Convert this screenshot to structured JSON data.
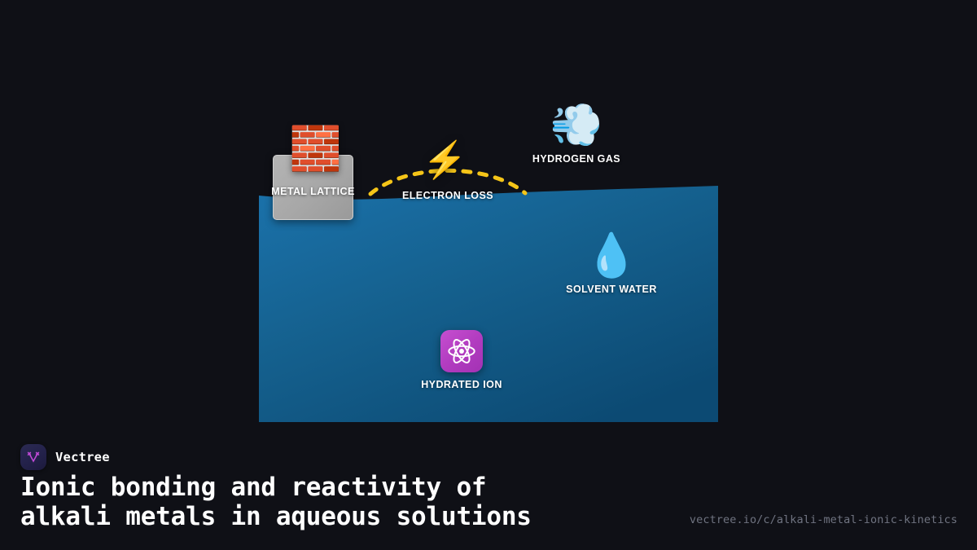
{
  "background_color": "#0f1016",
  "scene": {
    "water": {
      "name": "aqueous-solution-body",
      "color_top": "#1a6ea6",
      "color_bottom": "#0d4a74"
    },
    "nodes": [
      {
        "id": "metal-lattice",
        "label": "METAL LATTICE",
        "icon": "brick-icon",
        "glyph": "🧱",
        "tile_color": "#a7a7a7"
      },
      {
        "id": "electron-loss",
        "label": "ELECTRON LOSS",
        "icon": "lightning-bolt-icon",
        "glyph": "⚡",
        "arc_color": "#f5c518"
      },
      {
        "id": "hydrogen-gas",
        "label": "HYDROGEN GAS",
        "icon": "gas-cloud-icon",
        "glyph": "💨"
      },
      {
        "id": "solvent-water",
        "label": "SOLVENT WATER",
        "icon": "water-droplet-icon",
        "glyph": "💧"
      },
      {
        "id": "hydrated-ion",
        "label": "HYDRATED ION",
        "icon": "atom-icon",
        "glyph": "⚛",
        "tile_color": "#b23cc0"
      }
    ]
  },
  "footer": {
    "brand_name": "Vectree",
    "logo_icon": "vectree-logo-icon",
    "logo_accent": "#c04ad6",
    "title_line1": "Ionic bonding and reactivity of",
    "title_line2": "alkali metals in aqueous solutions",
    "url": "vectree.io/c/alkali-metal-ionic-kinetics"
  }
}
